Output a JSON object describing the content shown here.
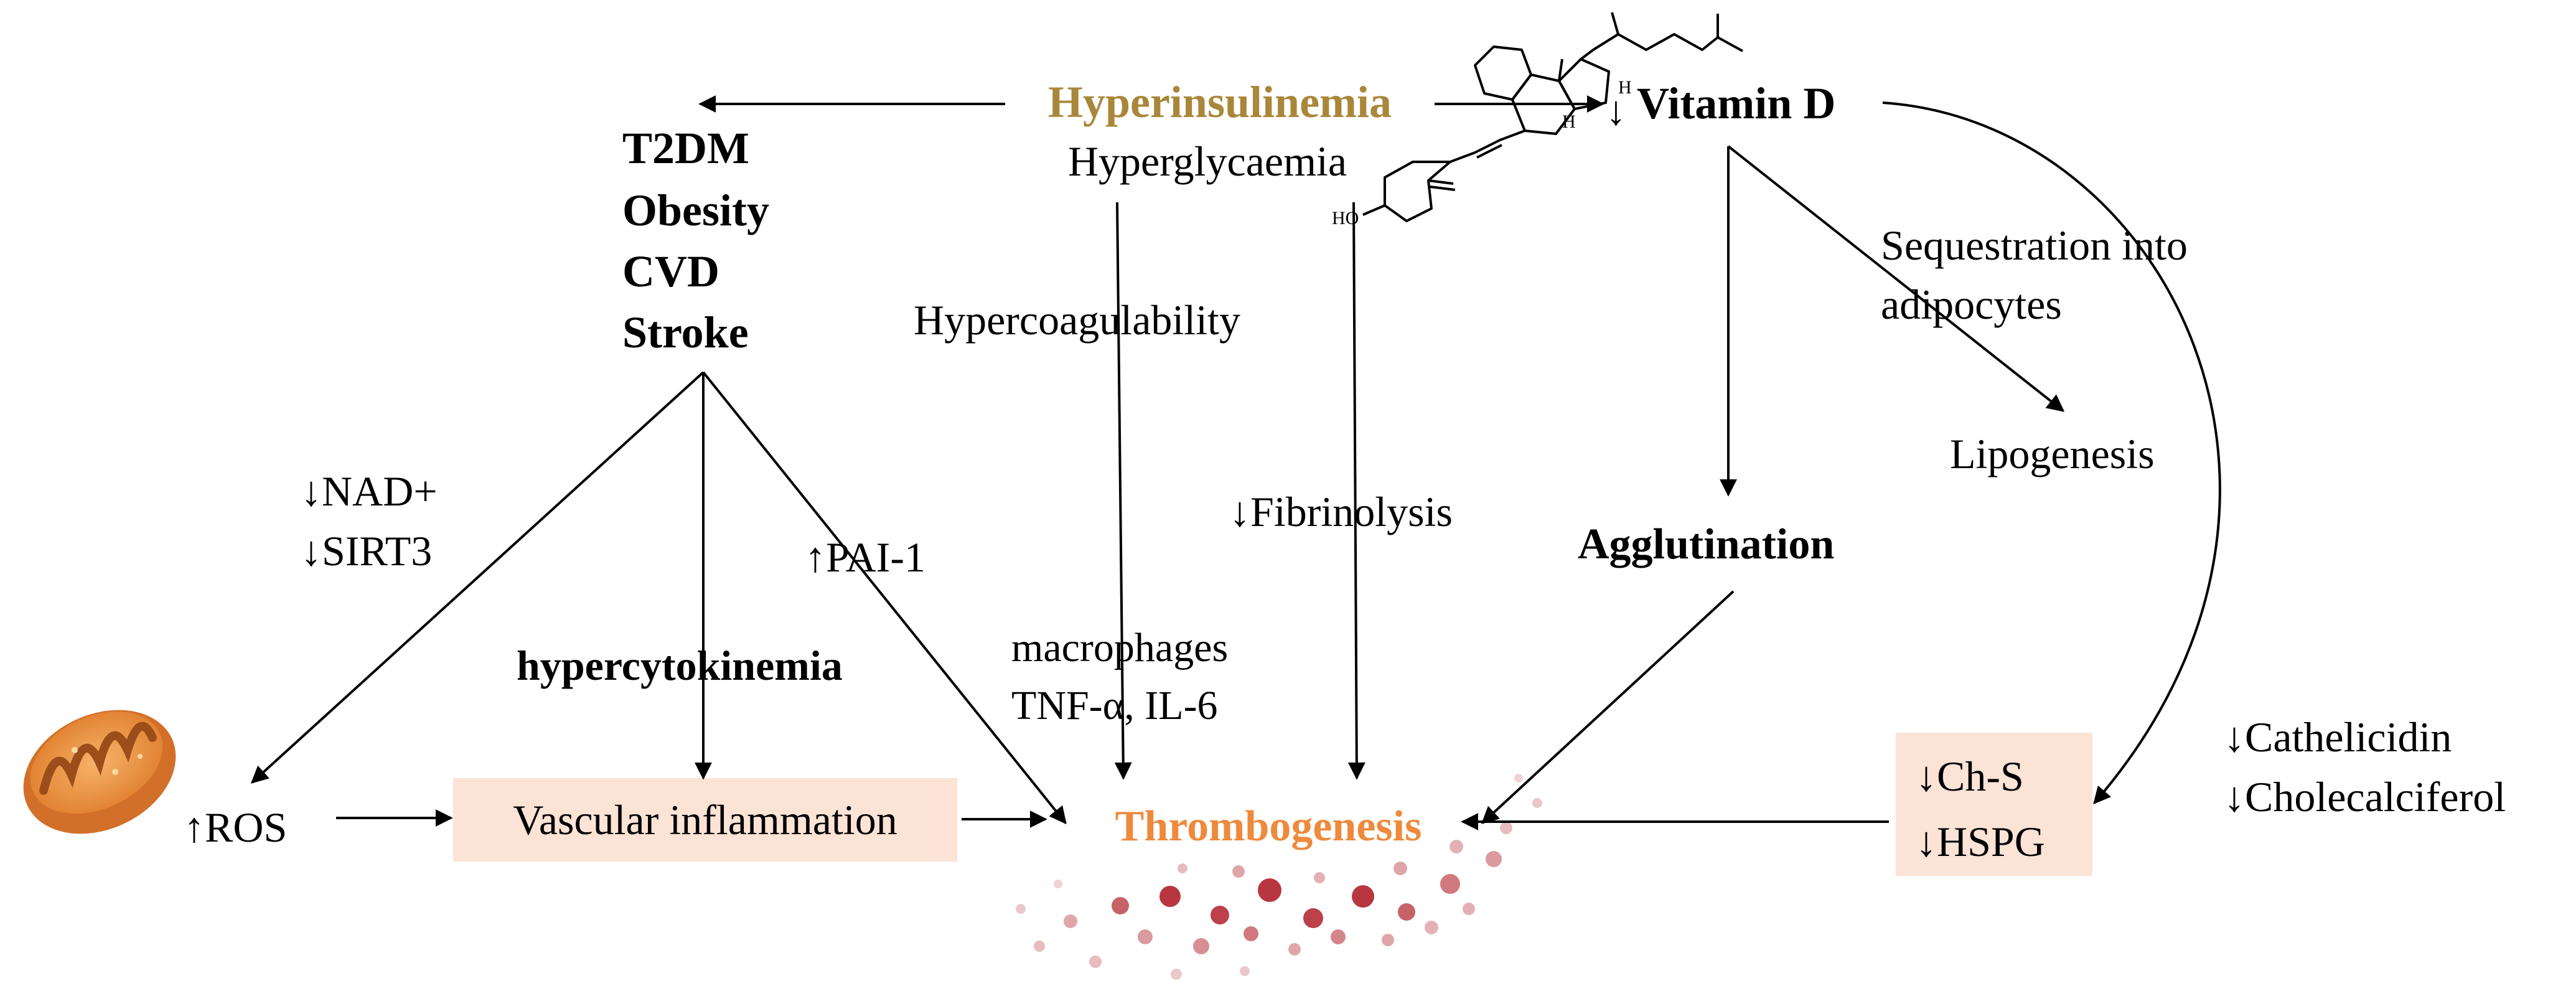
{
  "nodes": {
    "hyperinsulinemia": "Hyperinsulinemia",
    "hyperglycaemia": "Hyperglycaemia",
    "vitamin_d": "Vitamin D",
    "vitamin_d_arrow": "↓",
    "diseases": [
      "T2DM",
      "Obesity",
      "CVD",
      "Stroke"
    ],
    "hypercoagulability": "Hypercoagulability",
    "sequestration": [
      "Sequestration into",
      "adipocytes"
    ],
    "lipogenesis": "Lipogenesis",
    "nad": "↓NAD+",
    "sirt3": "↓SIRT3",
    "pai1": "↑PAI-1",
    "fibrinolysis": "↓Fibrinolysis",
    "agglutination": "Agglutination",
    "hypercytokinemia": "hypercytokinemia",
    "macrophages": [
      "macrophages",
      "TNF-α, IL-6"
    ],
    "cathelicidin": "↓Cathelicidin",
    "cholecalciferol": "↓Cholecalciferol",
    "ch_s": "↓Ch-S",
    "hspg": "↓HSPG",
    "ros": "↑ROS",
    "vascular_inflammation": "Vascular inflammation",
    "thrombogenesis": "Thrombogenesis",
    "molecule_atoms": [
      "H",
      "H",
      "HO"
    ]
  },
  "colors": {
    "hyperinsulinemia": "#A9873A",
    "thrombogenesis": "#EE8A3C",
    "box_fill": "#FBE3D6",
    "blood": "#B0202A",
    "mitochondrion": "#E8883A",
    "mitochondrion_inner": "#9C4E1A"
  },
  "icons": [
    "mitochondrion-icon",
    "vitamin-d-molecule-icon",
    "blood-clot-icon"
  ]
}
